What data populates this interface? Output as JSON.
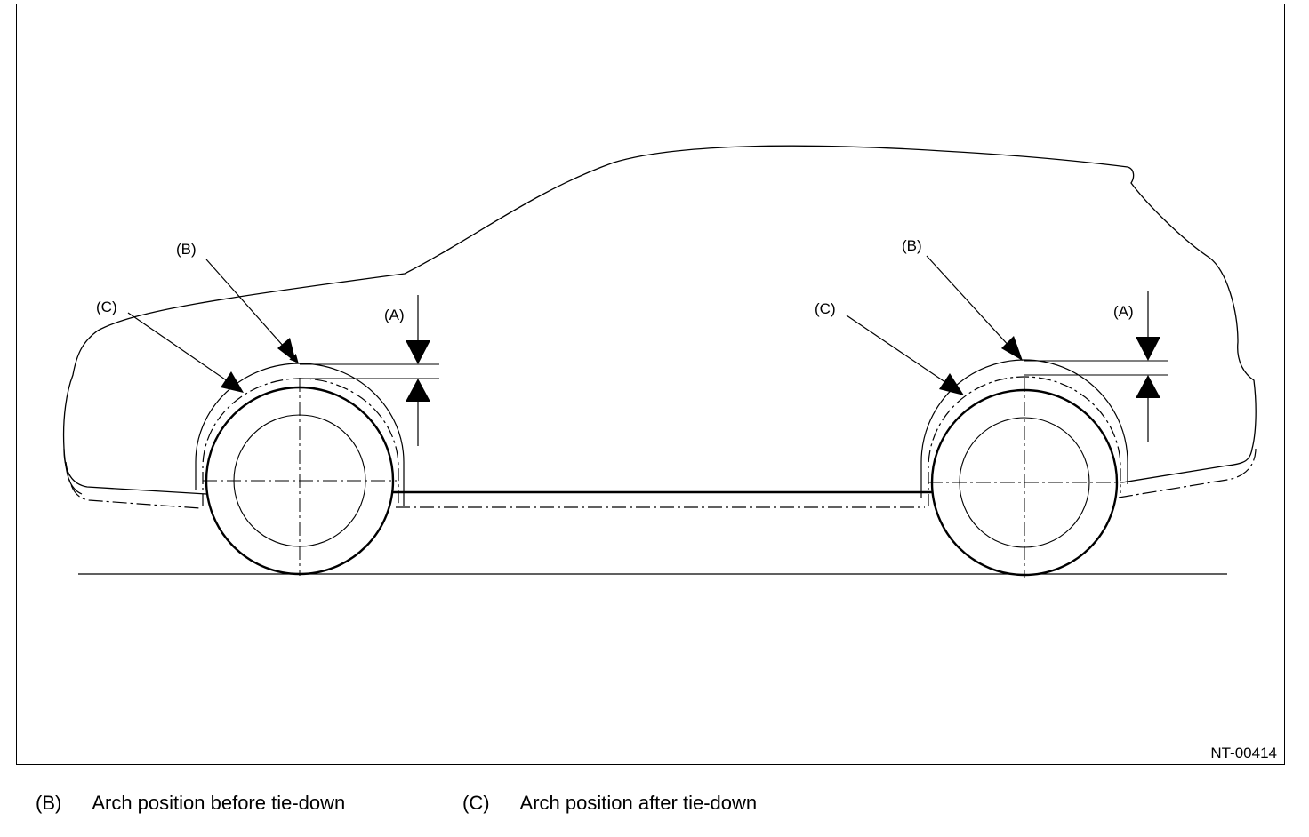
{
  "figure": {
    "id_label": "NT-00414",
    "callouts": {
      "a": "(A)",
      "b": "(B)",
      "c": "(C)"
    }
  },
  "legend": [
    {
      "key": "(B)",
      "text": "Arch position before tie-down"
    },
    {
      "key": "(C)",
      "text": "Arch position after tie-down"
    }
  ]
}
